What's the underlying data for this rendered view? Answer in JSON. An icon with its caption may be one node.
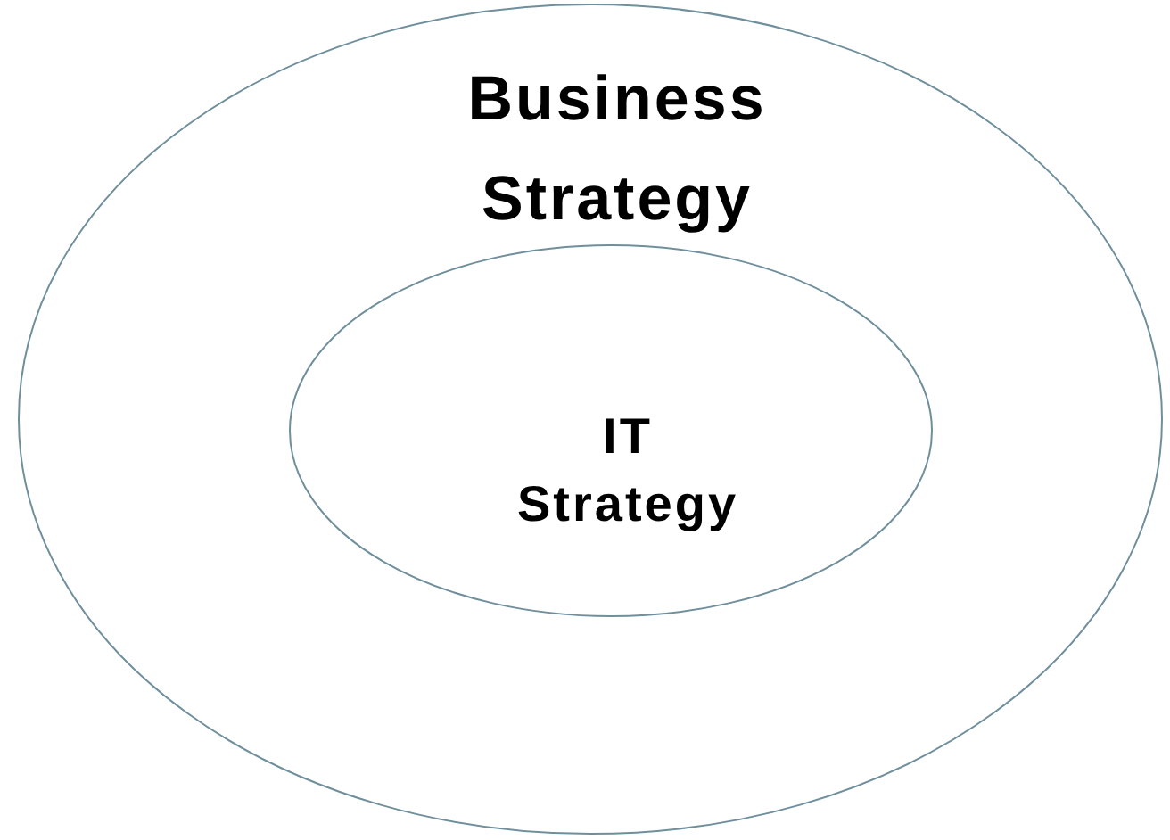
{
  "diagram": {
    "nodes": [
      {
        "text": [
          "Business Strategy"
        ]
      },
      {
        "text": [
          "IT Strategy"
        ],
        "in": 0
      }
    ]
  }
}
